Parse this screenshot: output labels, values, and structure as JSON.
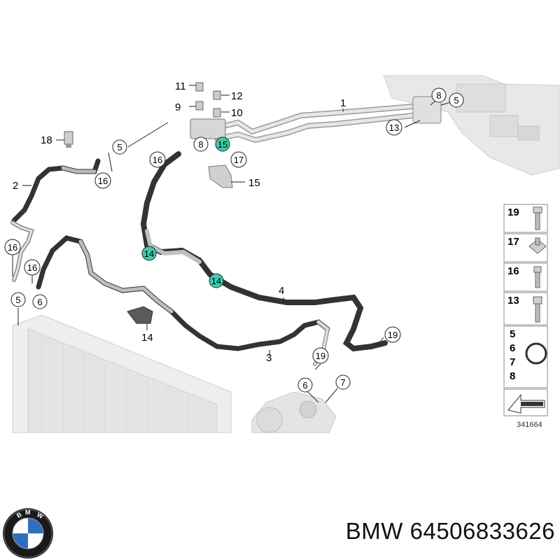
{
  "diagram": {
    "part_callouts": [
      "1",
      "2",
      "3",
      "4",
      "5",
      "6",
      "7",
      "8",
      "9",
      "10",
      "11",
      "12",
      "13",
      "14",
      "15",
      "16",
      "17",
      "18",
      "19"
    ],
    "circled": {
      "c5a": "5",
      "c8a": "8",
      "c13": "13",
      "c15": "15",
      "c8b": "8",
      "c5b": "5",
      "c16a": "16",
      "c16b": "16",
      "c17": "17",
      "c16c": "16",
      "c16d": "16",
      "c5c": "5",
      "c6a": "6",
      "c14a": "14",
      "c14b": "14",
      "c19": "19",
      "c6b": "6",
      "c7": "7"
    },
    "labels": {
      "l1": "1",
      "l2": "2",
      "l3": "3",
      "l4": "4",
      "l9": "9",
      "l10": "10",
      "l11": "11",
      "l12": "12",
      "l14": "14",
      "l15": "15",
      "l18": "18"
    },
    "legend": {
      "rows": [
        "19",
        "17",
        "16",
        "13"
      ],
      "ring_numbers": [
        "5",
        "6",
        "7",
        "8"
      ]
    },
    "reference_number": "341664"
  },
  "footer": {
    "part_number": "BMW 64506833626"
  },
  "colors": {
    "highlight": "#3ecdb0",
    "hose_dark": "#3a3a3a",
    "pipe_light": "#cfcfcf",
    "background_parts": "#e6e6e6"
  }
}
